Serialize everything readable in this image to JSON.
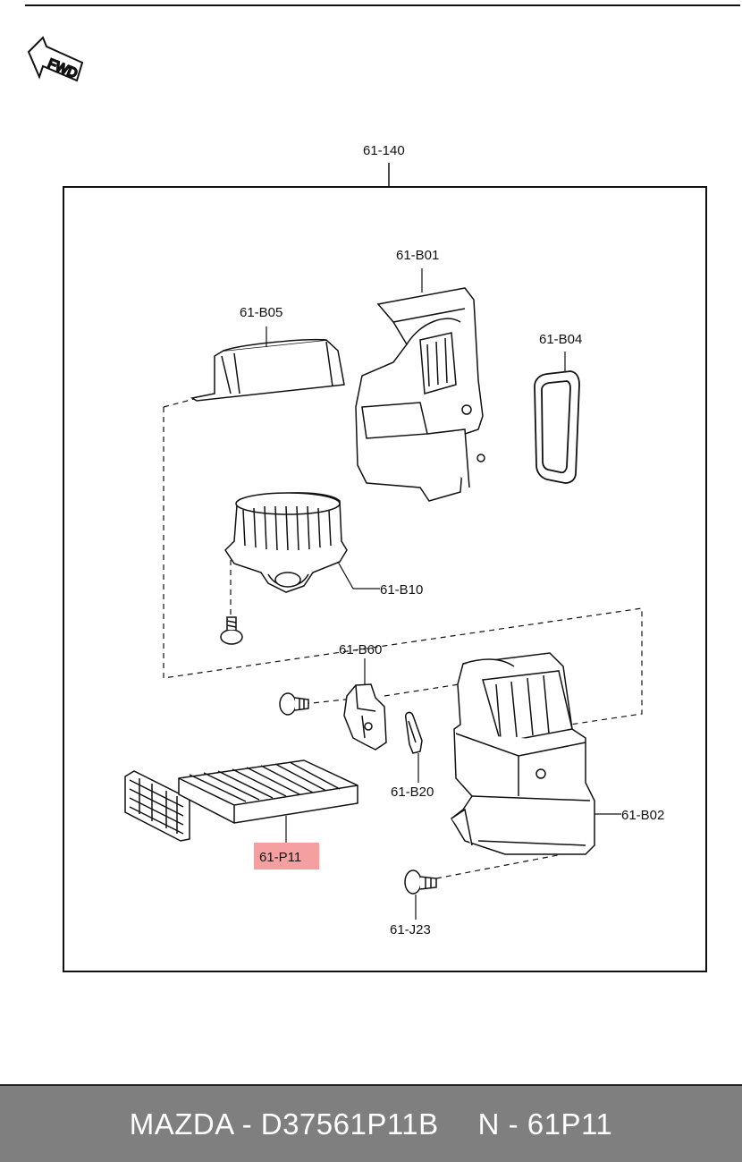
{
  "fwd_label": "FWD",
  "highlight_color": "#f4a0a0",
  "labels": {
    "assembly": "61-140",
    "b01": "61-B01",
    "b05": "61-B05",
    "b04": "61-B04",
    "b10": "61-B10",
    "b60": "61-B60",
    "b20": "61-B20",
    "b02": "61-B02",
    "p11": "61-P11",
    "j23": "61-J23"
  },
  "footer": {
    "brand_part": "MAZDA - D37561P11B",
    "ref": "N - 61P11"
  }
}
